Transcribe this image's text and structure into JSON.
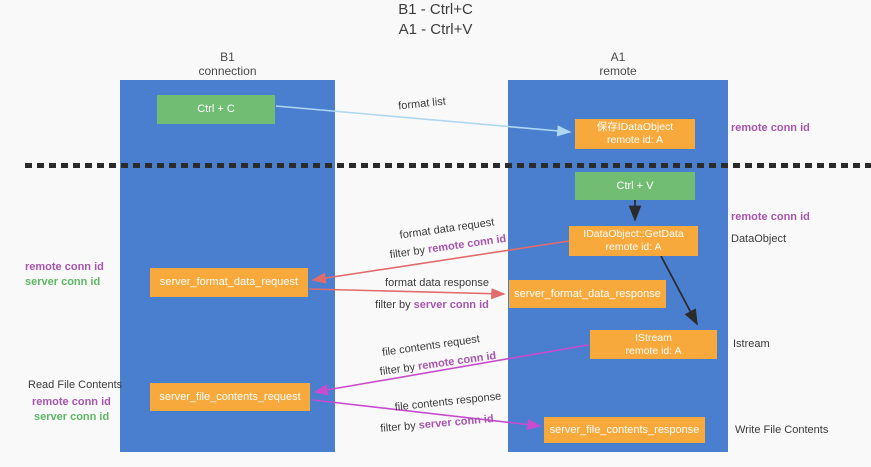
{
  "title": {
    "line1": "B1 - Ctrl+C",
    "line2": "A1 - Ctrl+V"
  },
  "lanes": {
    "left": {
      "name": "B1",
      "subtitle": "connection"
    },
    "right": {
      "name": "A1",
      "subtitle": "remote"
    }
  },
  "boxes": {
    "ctrl_c": {
      "label": "Ctrl + C"
    },
    "save_dataobject": {
      "line1": "保存IDataObject",
      "line2": "remote id: A"
    },
    "ctrl_v": {
      "label": "Ctrl + V"
    },
    "getdata": {
      "line1": "IDataObject::GetData",
      "line2": "remote id: A"
    },
    "server_format_data_request": {
      "label": "server_format_data_request"
    },
    "server_format_data_response": {
      "label": "server_format_data_response"
    },
    "istream": {
      "line1": "IStream",
      "line2": "remote id: A"
    },
    "server_file_contents_request": {
      "label": "server_file_contents_request"
    },
    "server_file_contents_response": {
      "label": "server_file_contents_response"
    }
  },
  "flow_labels": {
    "format_list": "format list",
    "format_data_request": "format data request",
    "format_data_response": "format data response",
    "file_contents_request": "file contents request",
    "file_contents_response": "file contents response",
    "filter_by": "filter by",
    "remote_conn_id": "remote conn id",
    "server_conn_id": "server conn id"
  },
  "side_labels": {
    "remote_conn_id": "remote conn id",
    "server_conn_id": "server conn id",
    "dataobject": "DataObject",
    "istream": "Istream",
    "read_file_contents": "Read File Contents",
    "write_file_contents": "Write File Contents"
  },
  "colors": {
    "lane_blue": "#4a7fd0",
    "box_orange": "#f7a93c",
    "box_green": "#71bd74",
    "arrow_light_blue": "#aed7f2",
    "arrow_red": "#e26b6b",
    "arrow_magenta": "#c94bcf",
    "arrow_black": "#2b2b2b",
    "text_purple": "#a855af",
    "text_green": "#5cb863",
    "background": "#f9f9f9"
  }
}
